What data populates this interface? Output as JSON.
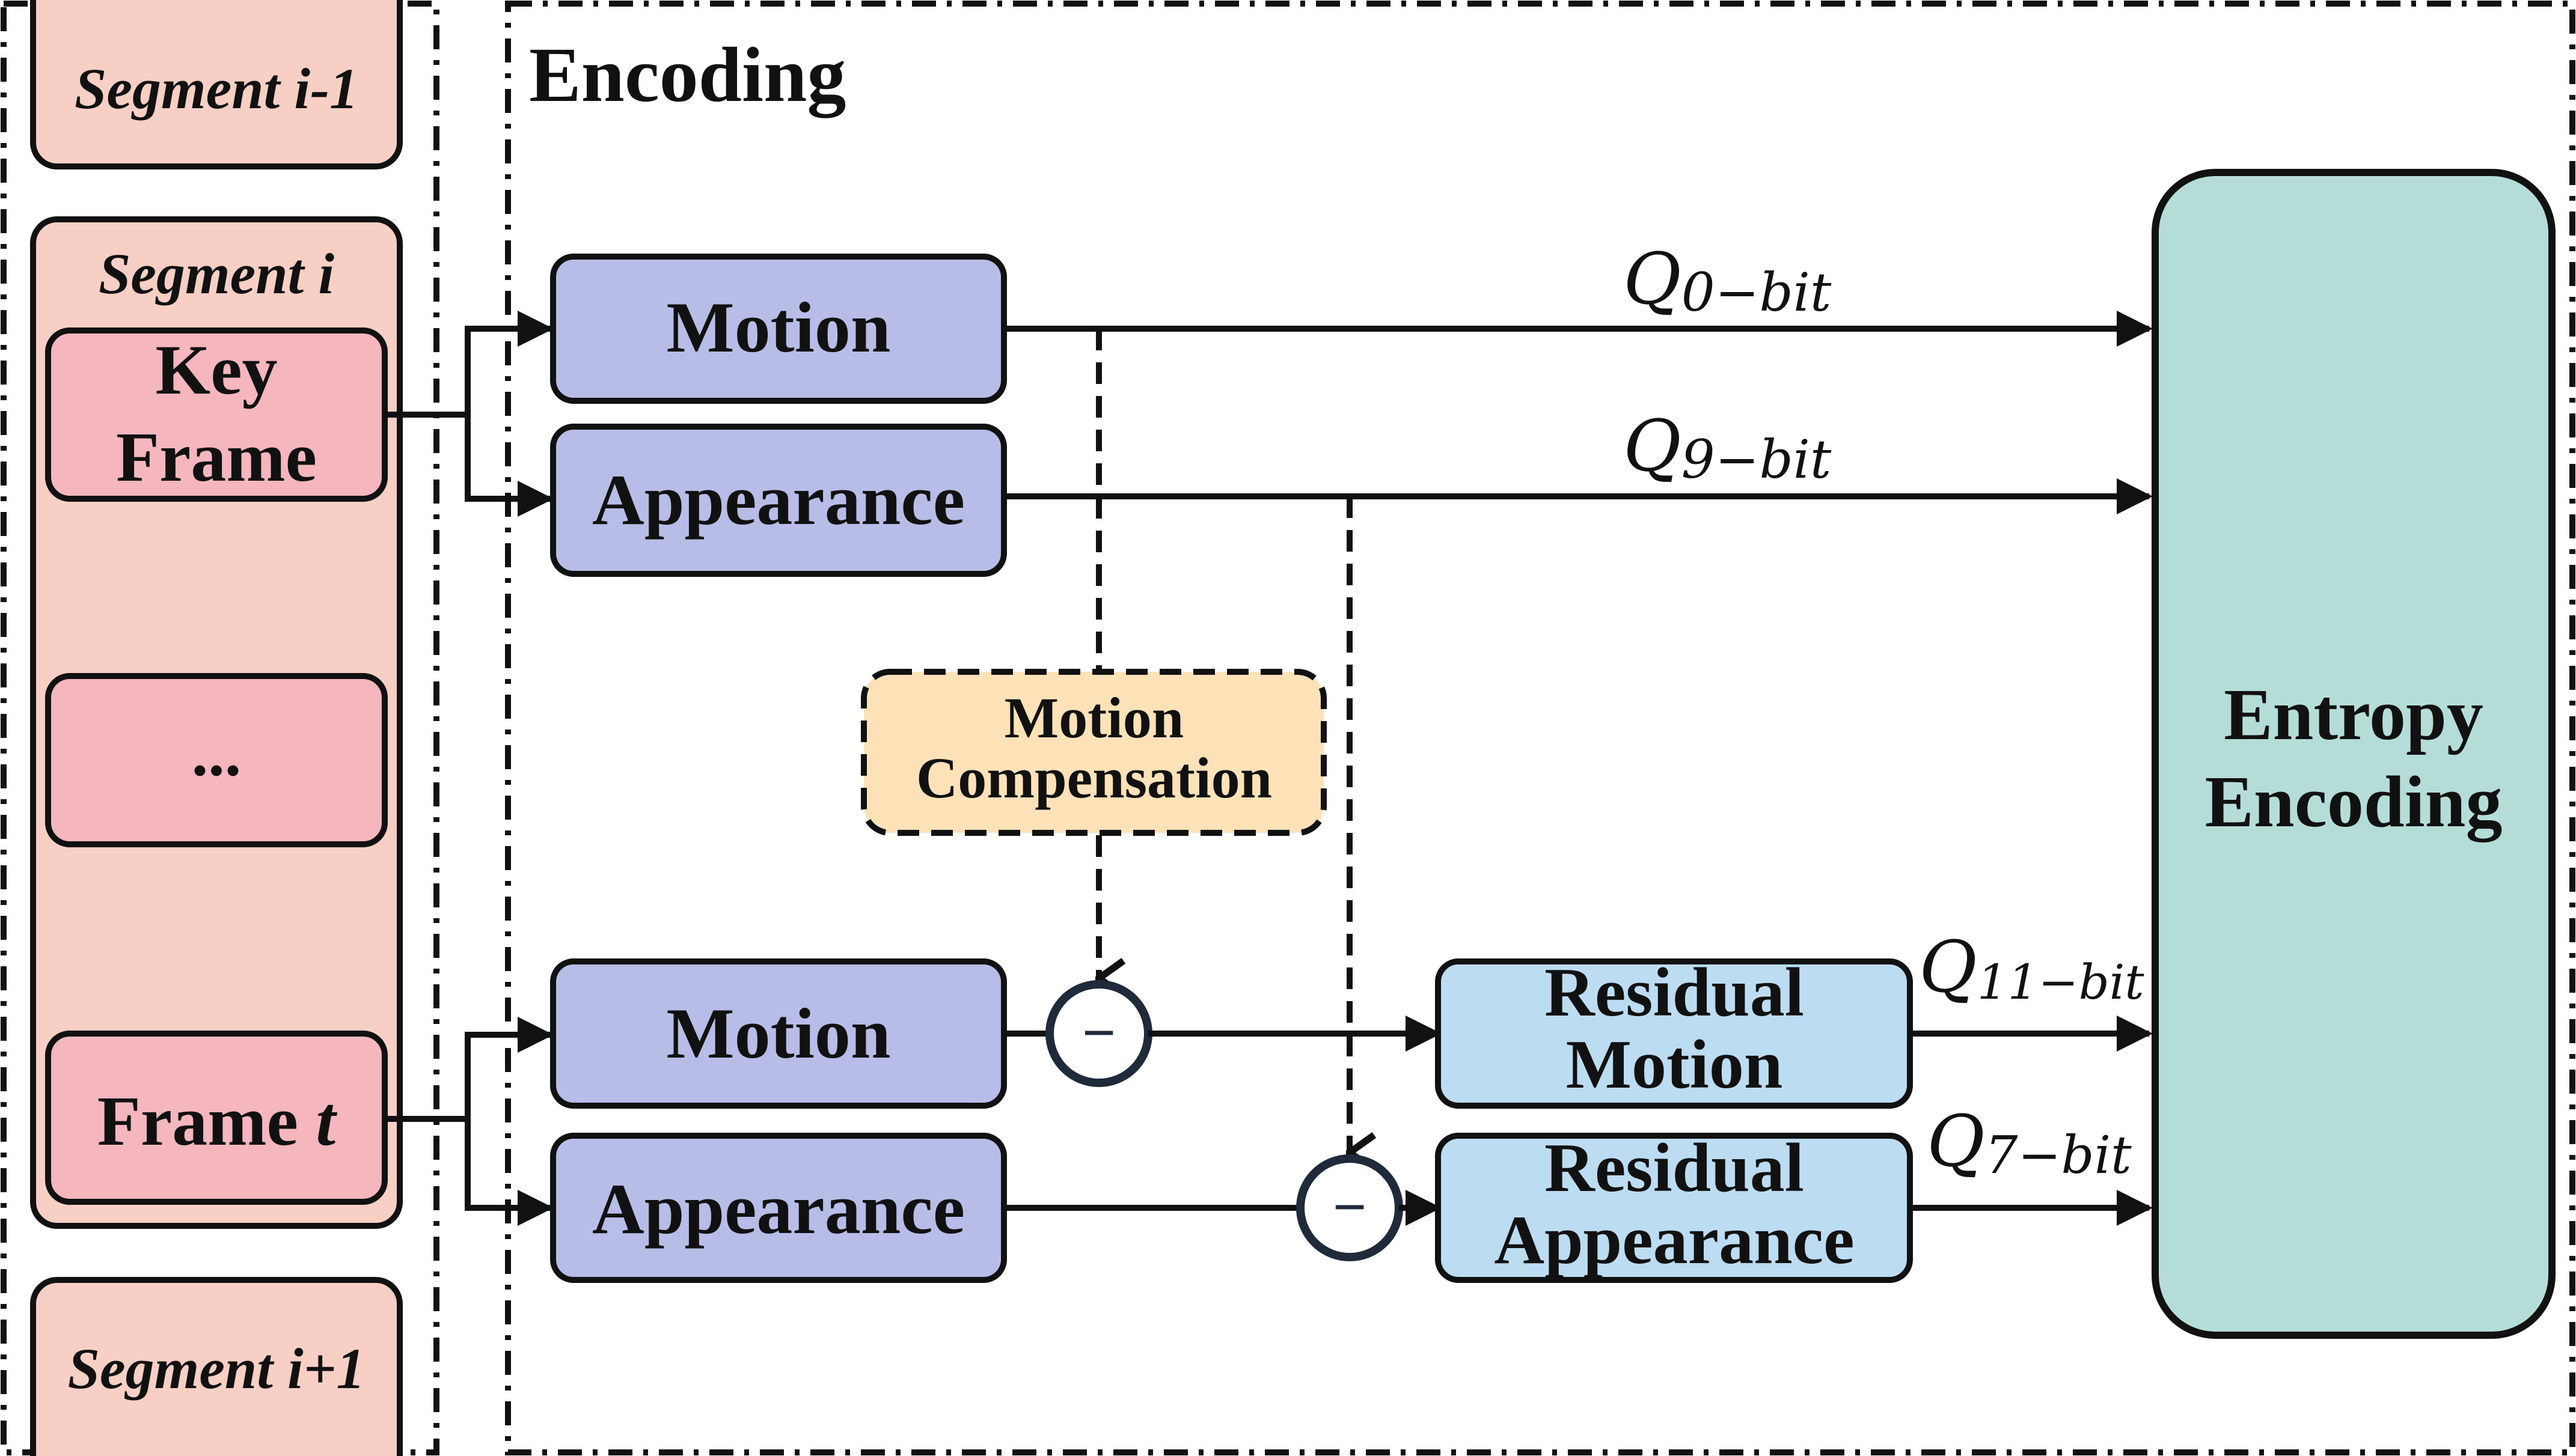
{
  "colors": {
    "segment_fill": "#f8cfc4",
    "frame_fill": "#f5b6be",
    "encoder_fill": "#b7bde7",
    "residual_fill": "#bcdcf2",
    "entropy_fill": "#b5ddd8",
    "compensation_fill": "#fde2b8",
    "stroke": "#111111"
  },
  "segments": {
    "prev": "Segment i-1",
    "current": "Segment i",
    "next": "Segment i+1"
  },
  "frames": {
    "key_line1": "Key",
    "key_line2": "Frame",
    "ellipsis": "...",
    "frame_t_prefix": "Frame ",
    "frame_t_var": "t"
  },
  "encoding": {
    "title": "Encoding",
    "motion_top": "Motion",
    "appearance_top": "Appearance",
    "motion_bottom": "Motion",
    "appearance_bottom": "Appearance",
    "compensation_line1": "Motion",
    "compensation_line2": "Compensation",
    "residual_motion_line1": "Residual",
    "residual_motion_line2": "Motion",
    "residual_appearance_line1": "Residual",
    "residual_appearance_line2": "Appearance",
    "entropy_line1": "Entropy",
    "entropy_line2": "Encoding",
    "minus": "−"
  },
  "quantizers": {
    "q0": {
      "symbol": "Q",
      "sub": "0−bit"
    },
    "q9": {
      "symbol": "Q",
      "sub": "9−bit"
    },
    "q11": {
      "symbol": "Q",
      "sub": "11−bit"
    },
    "q7": {
      "symbol": "Q",
      "sub": "7−bit"
    }
  }
}
